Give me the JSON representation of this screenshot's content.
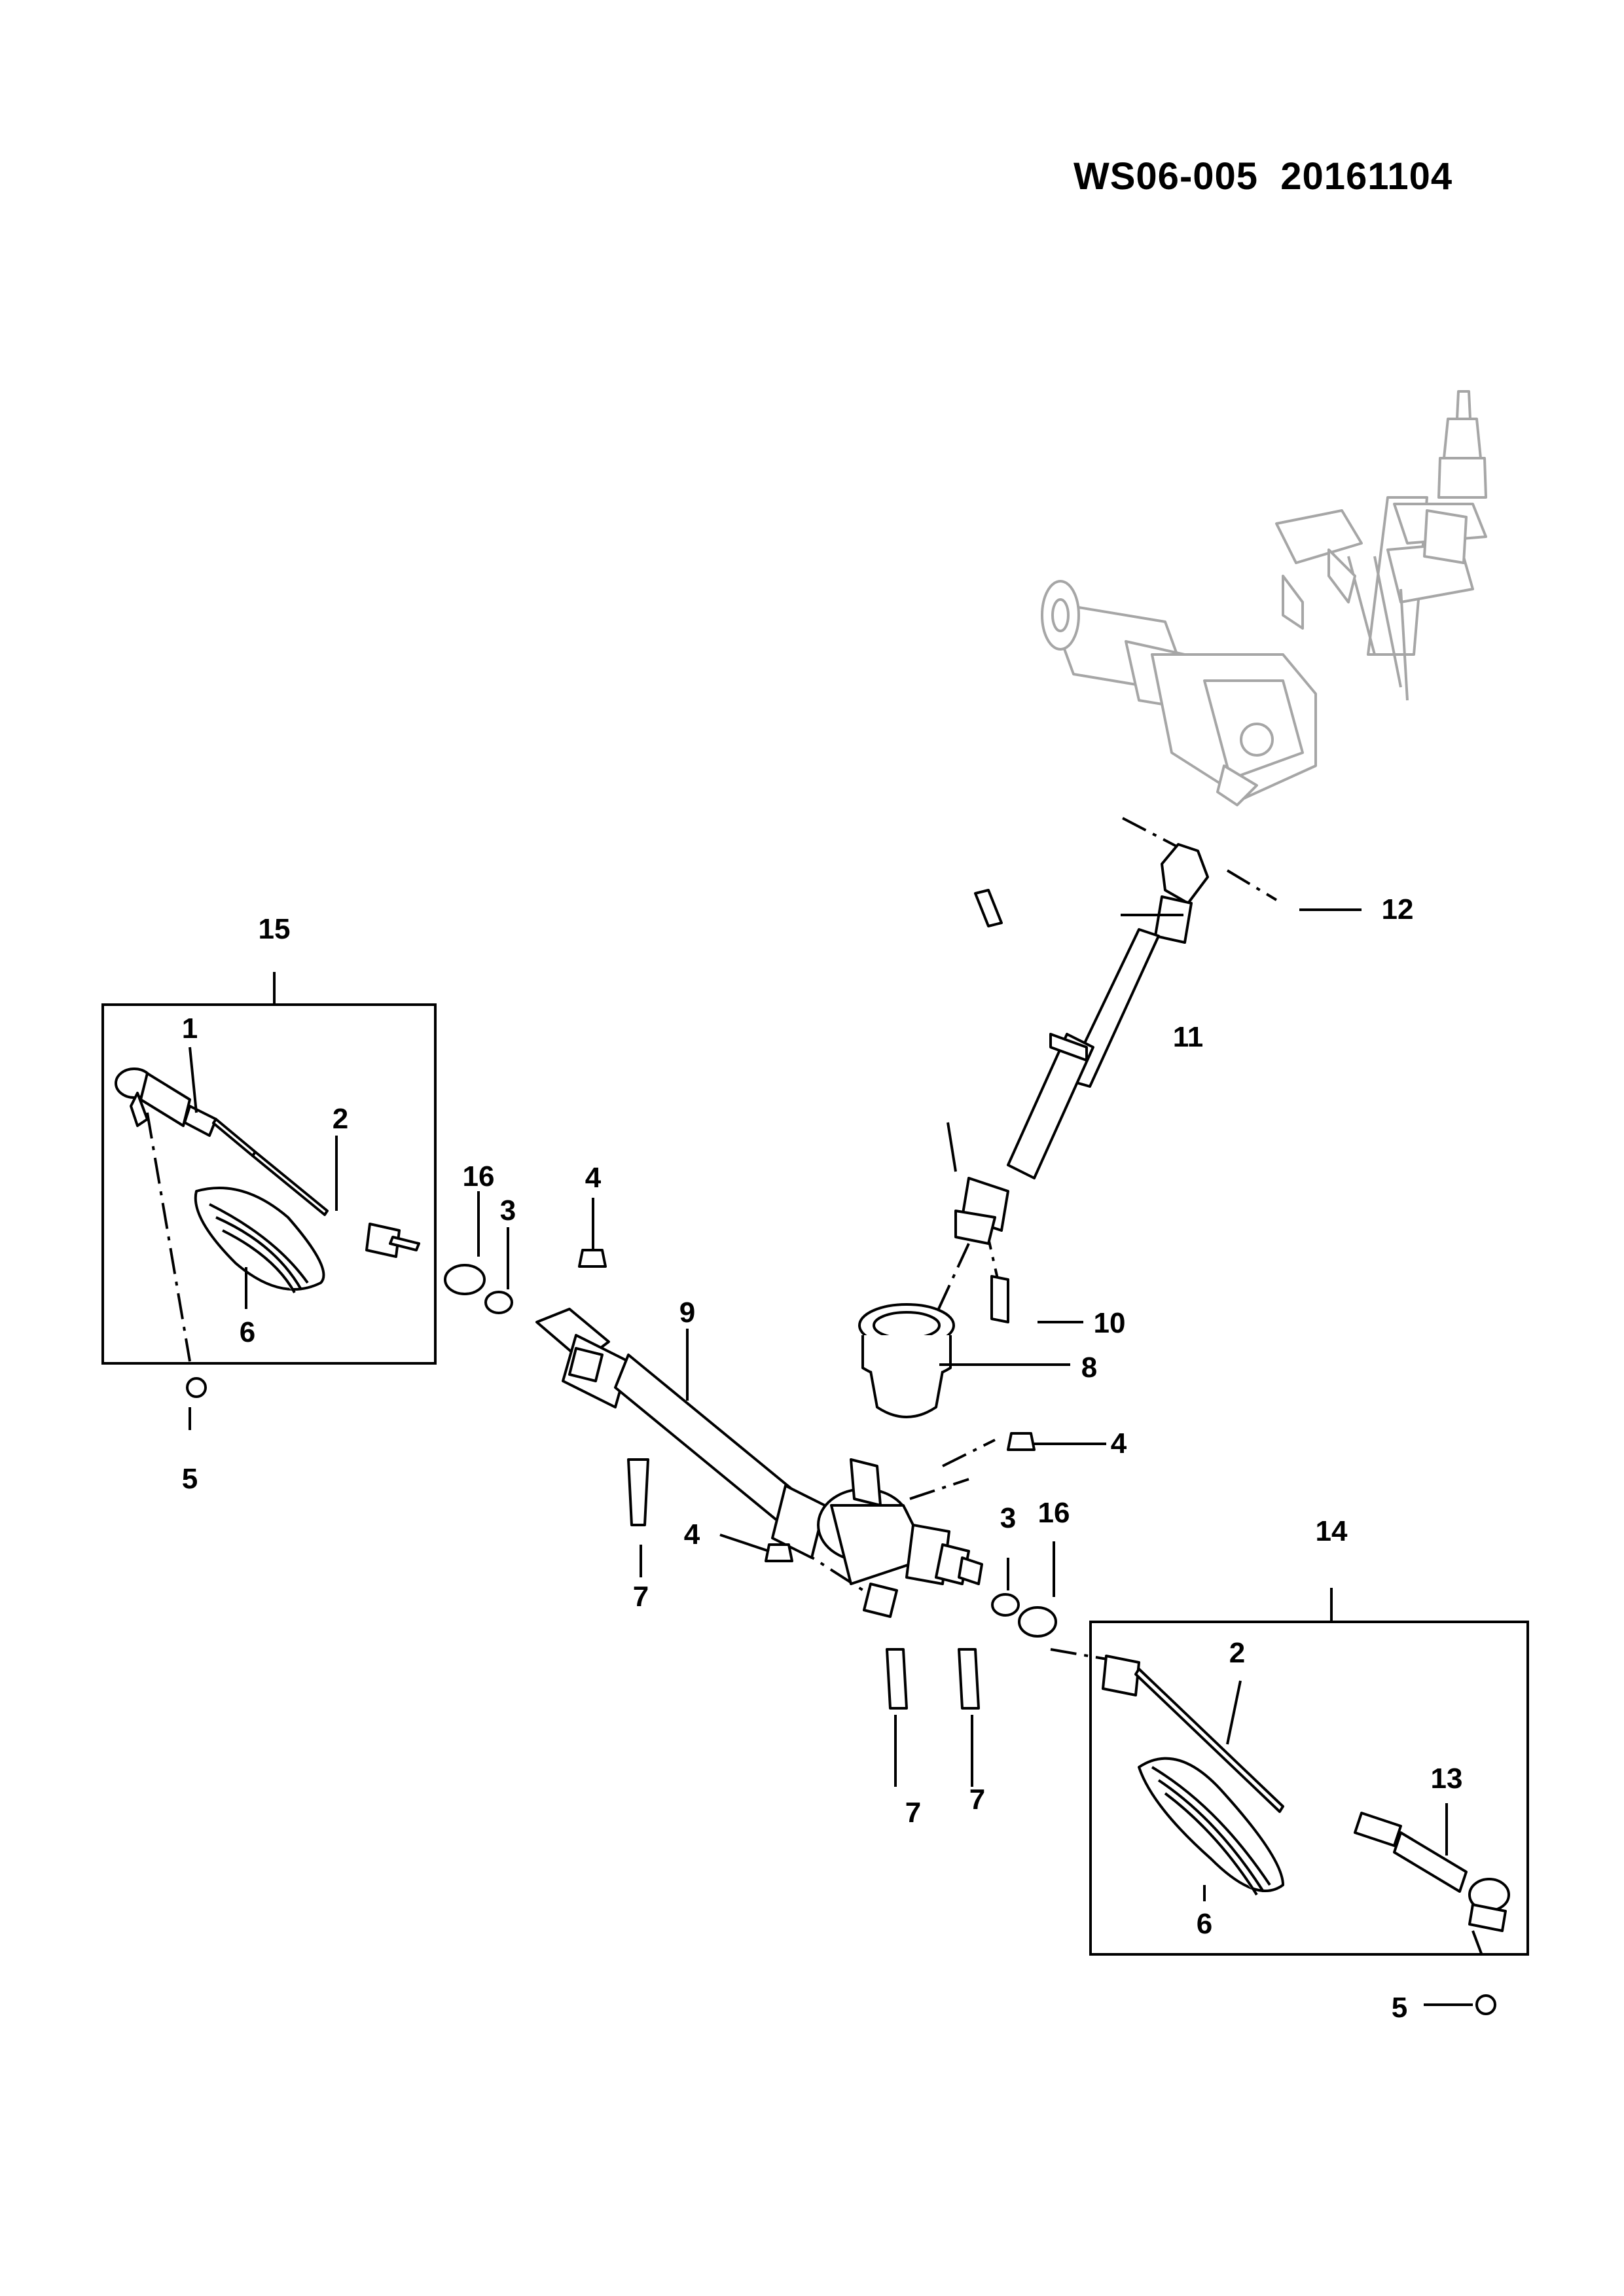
{
  "document": {
    "code": "WS06-005",
    "date": "20161104"
  },
  "callouts": {
    "c1": "1",
    "c2a": "2",
    "c2b": "2",
    "c3a": "3",
    "c3b": "3",
    "c4a": "4",
    "c4b": "4",
    "c4c": "4",
    "c5a": "5",
    "c5b": "5",
    "c6a": "6",
    "c6b": "6",
    "c7a": "7",
    "c7b": "7",
    "c7c": "7",
    "c8": "8",
    "c9": "9",
    "c10": "10",
    "c11": "11",
    "c12": "12",
    "c13": "13",
    "c14": "14",
    "c15": "15",
    "c16a": "16",
    "c16b": "16"
  }
}
